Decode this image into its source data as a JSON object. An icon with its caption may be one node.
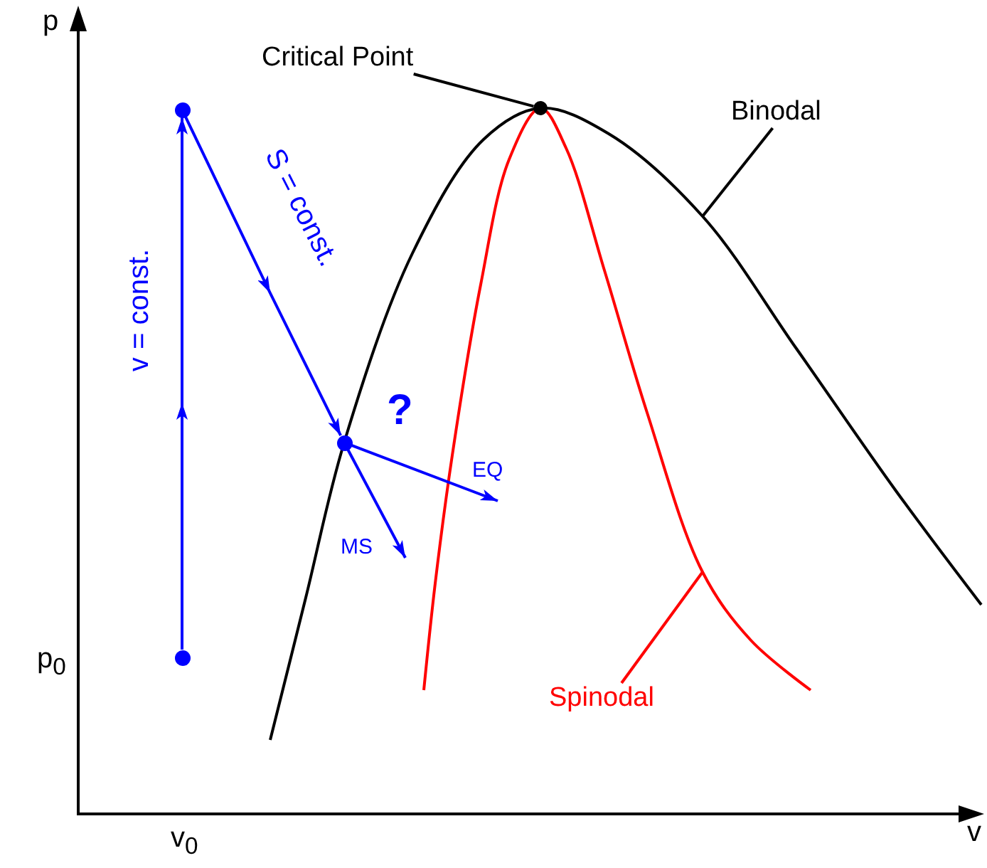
{
  "diagram": {
    "nodes": [
      {
        "text": [],
        "shape": "circle"
      },
      {
        "text": [],
        "shape": "circle"
      },
      {
        "text": [],
        "shape": "circle"
      },
      {
        "text": [],
        "shape": "circle"
      },
      {
        "text": [
          "Critical Point"
        ]
      },
      {
        "text": [
          "Binodal"
        ]
      },
      {
        "text": [
          "Spinodal"
        ]
      }
    ],
    "edges": [
      {
        "from": 0,
        "to": 1,
        "arrow": "to",
        "label": "v = const."
      },
      {
        "from": 1,
        "to": 2,
        "arrow": "to",
        "label": "S = const."
      },
      {
        "from": 2,
        "to": null,
        "arrow": "to",
        "label": "EQ"
      },
      {
        "from": 2,
        "to": null,
        "arrow": "to",
        "label": "MS"
      },
      {
        "from": 4,
        "to": 3,
        "arrow": "none",
        "color": "#000000"
      },
      {
        "from": 5,
        "to": null,
        "arrow": "none",
        "color": "#000000"
      },
      {
        "from": 6,
        "to": null,
        "arrow": "none",
        "color": "#ff0000"
      }
    ],
    "labels": [
      "p",
      "?",
      "p$_{0}$",
      "v$_{0}$",
      "v"
    ]
  }
}
